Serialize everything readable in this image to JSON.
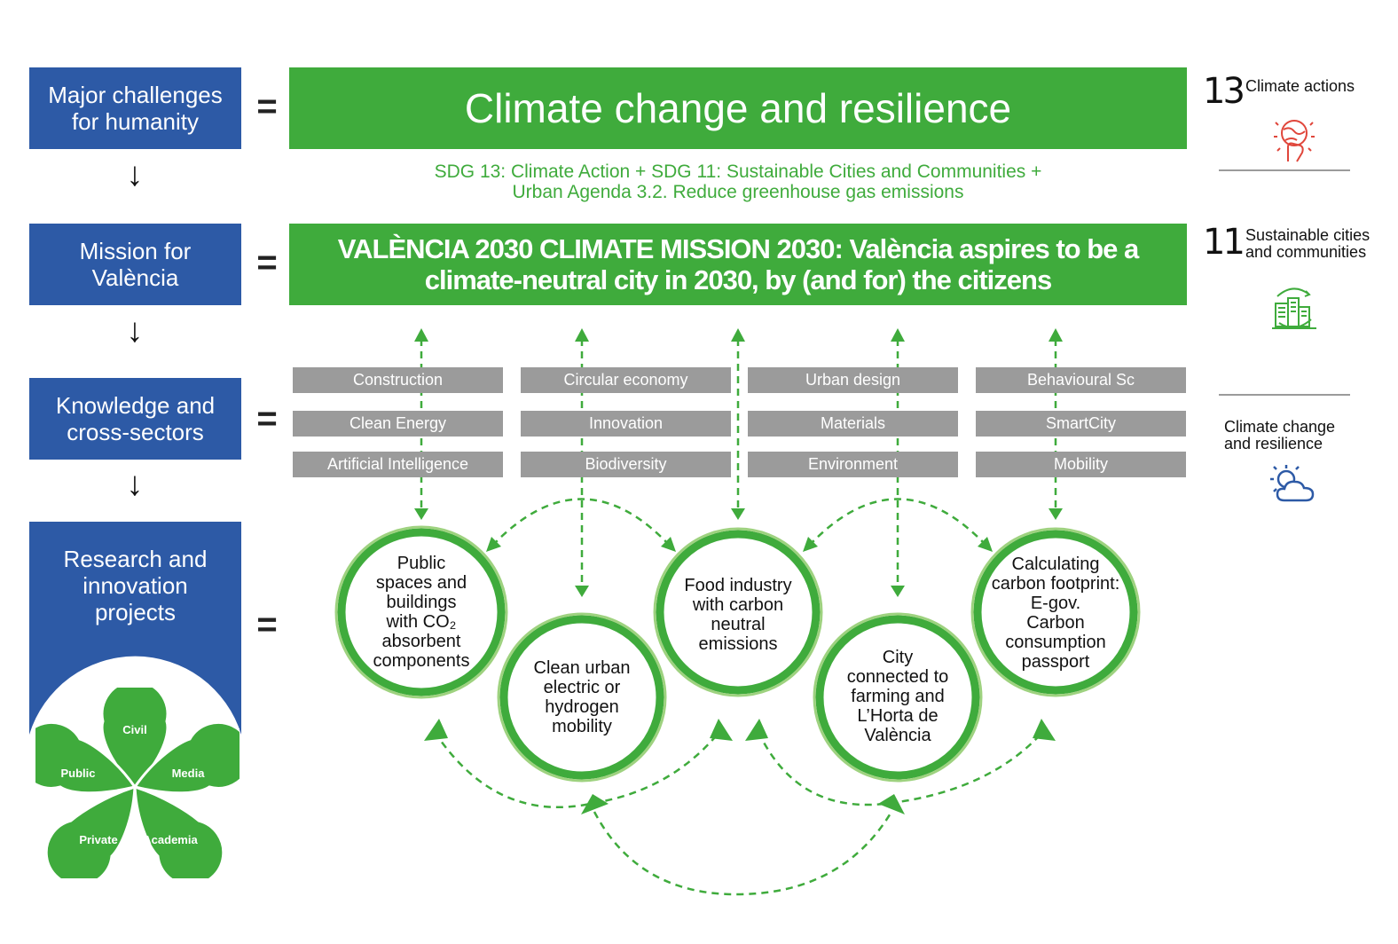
{
  "left_column": {
    "challenges": "Major challenges\nfor humanity",
    "mission": "Mission for\nValència",
    "knowledge": "Knowledge and\ncross-sectors",
    "research": "Research and\ninnovation\nprojects"
  },
  "equals_sign": "=",
  "down_arrow": "↓",
  "climate_title": "Climate change and resilience",
  "sdg_text": "SDG 13: Climate Action + SDG 11: Sustainable Cities and Communities +\nUrban Agenda 3.2. Reduce greenhouse gas emissions",
  "mission_text": "VALÈNCIA 2030 CLIMATE MISSION 2030: València aspires to be a\nclimate-neutral city in 2030, by (and for) the citizens",
  "tags": {
    "col1": [
      "Construction",
      "Clean Energy",
      "Artificial Intelligence"
    ],
    "col2": [
      "Circular economy",
      "Innovation",
      "Biodiversity"
    ],
    "col3": [
      "Urban design",
      "Materials",
      "Environment"
    ],
    "col4": [
      "Behavioural Sc",
      "SmartCity",
      "Mobility"
    ]
  },
  "projects": {
    "p1": "Public\nspaces and\nbuildings\nwith CO₂\nabsorbent\ncomponents",
    "p2": "Clean urban\nelectric or\nhydrogen\nmobility",
    "p3": "Food industry\nwith carbon\nneutral\nemissions",
    "p4": "City\nconnected to\nfarming and\nL’Horta de\nValència",
    "p5": "Calculating\ncarbon footprint:\nE-gov.\nCarbon\nconsumption\npassport"
  },
  "stakeholders": {
    "civil": "Civil",
    "public": "Public",
    "media": "Media",
    "private": "Private",
    "academia": "Academia"
  },
  "sidebar": {
    "sdg13_number": "13",
    "sdg13_label": "Climate actions",
    "sdg11_number": "11",
    "sdg11_label": "Sustainable cities\nand communities",
    "climate_label": "Climate change\nand resilience"
  },
  "colors": {
    "blue": "#2d5aa6",
    "green": "#3fab3c",
    "light_green": "#7cc45e",
    "gray": "#9b9b9b",
    "red_icon": "#e0463b",
    "icon_blue": "#2d5aa6"
  }
}
